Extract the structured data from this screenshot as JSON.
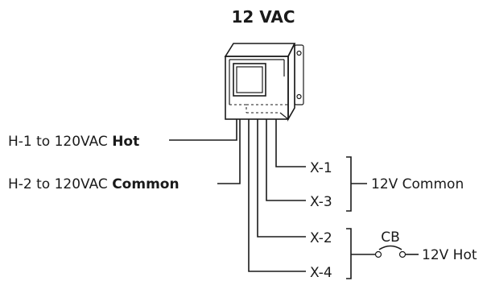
{
  "title": "12 VAC",
  "primary": {
    "h1_prefix": "H-1 to 120VAC ",
    "h1_bold": "Hot",
    "h2_prefix": "H-2 to 120VAC ",
    "h2_bold": "Common"
  },
  "secondary": {
    "x1": "X-1",
    "x3": "X-3",
    "x2": "X-2",
    "x4": "X-4",
    "common_label": "12V Common",
    "hot_label": "12V Hot",
    "breaker_label": "CB"
  }
}
